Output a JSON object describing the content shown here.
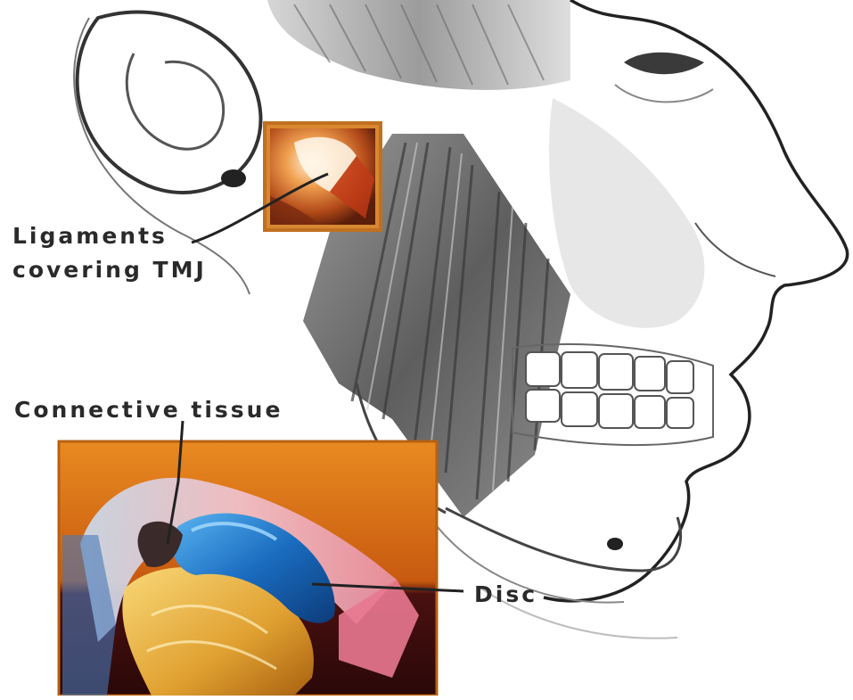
{
  "labels": {
    "ligaments_line1": "Ligaments",
    "ligaments_line2": "covering TMJ",
    "connective_tissue": "Connective tissue",
    "disc": "Disc"
  },
  "colors": {
    "skin_shade": "#8a8a8a",
    "muscle": "#6f6f6f",
    "inset_orange": "#e07818",
    "inset_dark": "#3a0c0c",
    "disc_blue": "#1e78c8",
    "bone_yellow": "#e8b040",
    "tissue_pink": "#e8a0a8"
  },
  "icons": [
    "face-illustration",
    "jaw-muscle",
    "tmj-inset",
    "joint-cross-section-inset"
  ]
}
